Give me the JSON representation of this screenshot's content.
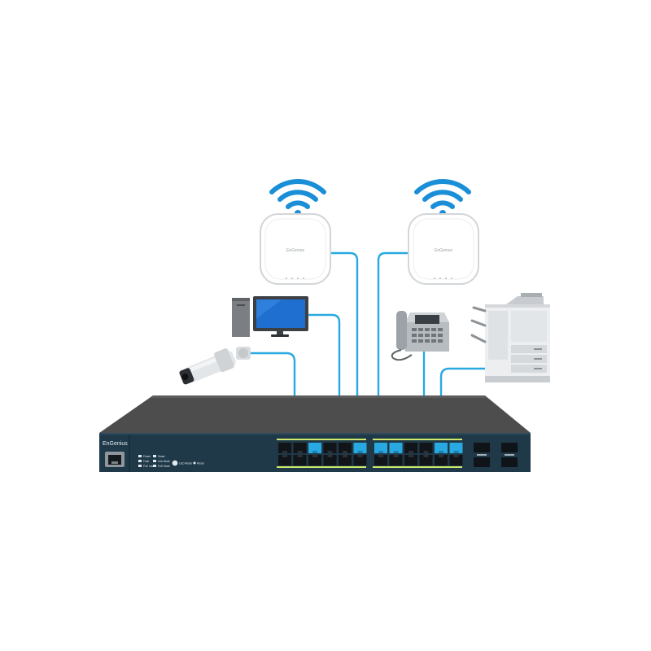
{
  "colors": {
    "cable": "#29a9e1",
    "wifi": "#1a8fd8",
    "switch_front": "#1f3a4a",
    "switch_top": "#4a4a4a",
    "port_active": "#29a9e1",
    "port_idle": "#111418"
  },
  "switch": {
    "brand": "EnGenius",
    "legend": [
      "Power",
      "Fault",
      "PoE max",
      "Smart",
      "Link Mode",
      "PoE Mode"
    ],
    "led_mode_label": "LED Mode",
    "reset_label": "Reset",
    "ports_per_row": 12,
    "active_top_ports": [
      2,
      5,
      6,
      7,
      10,
      11
    ],
    "sfp_slots": 4
  },
  "devices": {
    "access_points": [
      {
        "label": "EnGenius",
        "icon": "access-point-icon"
      },
      {
        "label": "EnGenius",
        "icon": "access-point-icon"
      }
    ],
    "desktop_pc": {
      "icon": "desktop-pc-icon"
    },
    "ip_camera": {
      "icon": "ip-camera-icon"
    },
    "ip_phone": {
      "icon": "ip-phone-icon"
    },
    "printer": {
      "icon": "multifunction-printer-icon"
    }
  }
}
